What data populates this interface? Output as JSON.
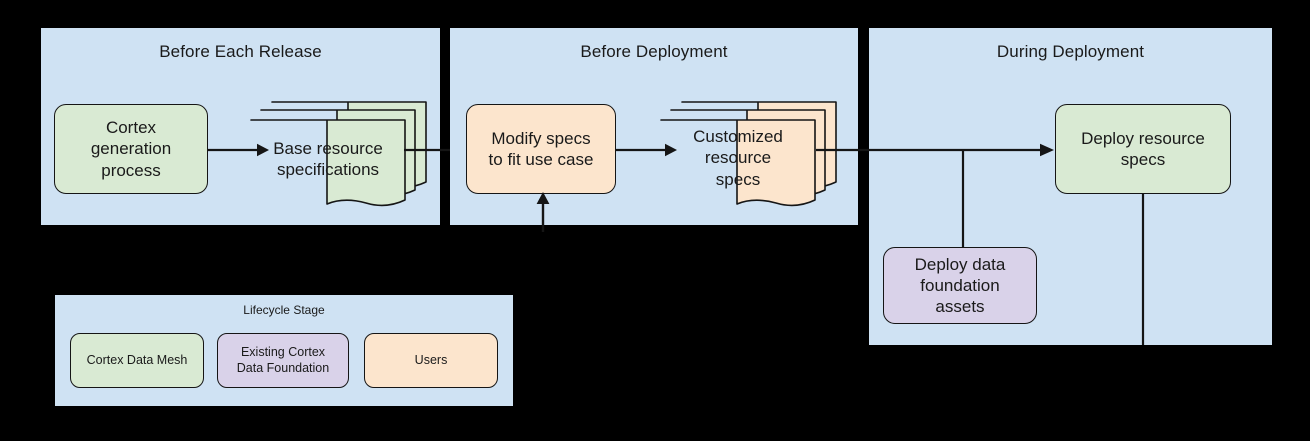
{
  "diagram": {
    "title_hidden": "Cortex Data Mesh deployment lifecycle",
    "background_color": "#000000",
    "panel_color": "#cfe2f3",
    "colors": {
      "cortex_data_mesh": "#d9ead3",
      "existing_cortex_data_foundation": "#d9d2e9",
      "users": "#fce5cd",
      "stroke": "#151515"
    }
  },
  "panels": [
    {
      "id": "before-each-release",
      "title": "Before Each Release"
    },
    {
      "id": "before-deployment",
      "title": "Before Deployment"
    },
    {
      "id": "during-deployment",
      "title": "During Deployment"
    }
  ],
  "nodes": {
    "cortex_generation_process": "Cortex\ngeneration\nprocess",
    "cortex_generation_process_lines": [
      "Cortex",
      "generation",
      "process"
    ],
    "base_resource_specifications_lines": [
      "Base resource",
      "specifications"
    ],
    "modify_specs_lines": [
      "Modify specs",
      "to fit use case"
    ],
    "customized_resource_specs_lines": [
      "Customized",
      "resource",
      "specs"
    ],
    "deploy_resource_specs_lines": [
      "Deploy resource",
      "specs"
    ],
    "deploy_data_foundation_assets_lines": [
      "Deploy data",
      "foundation",
      "assets"
    ]
  },
  "legend": {
    "title": "Lifecycle Stage",
    "items": [
      {
        "label": "Cortex Data Mesh",
        "lines": [
          "Cortex Data Mesh"
        ],
        "color": "#d9ead3"
      },
      {
        "label": "Existing Cortex Data Foundation",
        "lines": [
          "Existing Cortex",
          "Data Foundation"
        ],
        "color": "#d9d2e9"
      },
      {
        "label": "Users",
        "lines": [
          "Users"
        ],
        "color": "#fce5cd"
      }
    ]
  }
}
